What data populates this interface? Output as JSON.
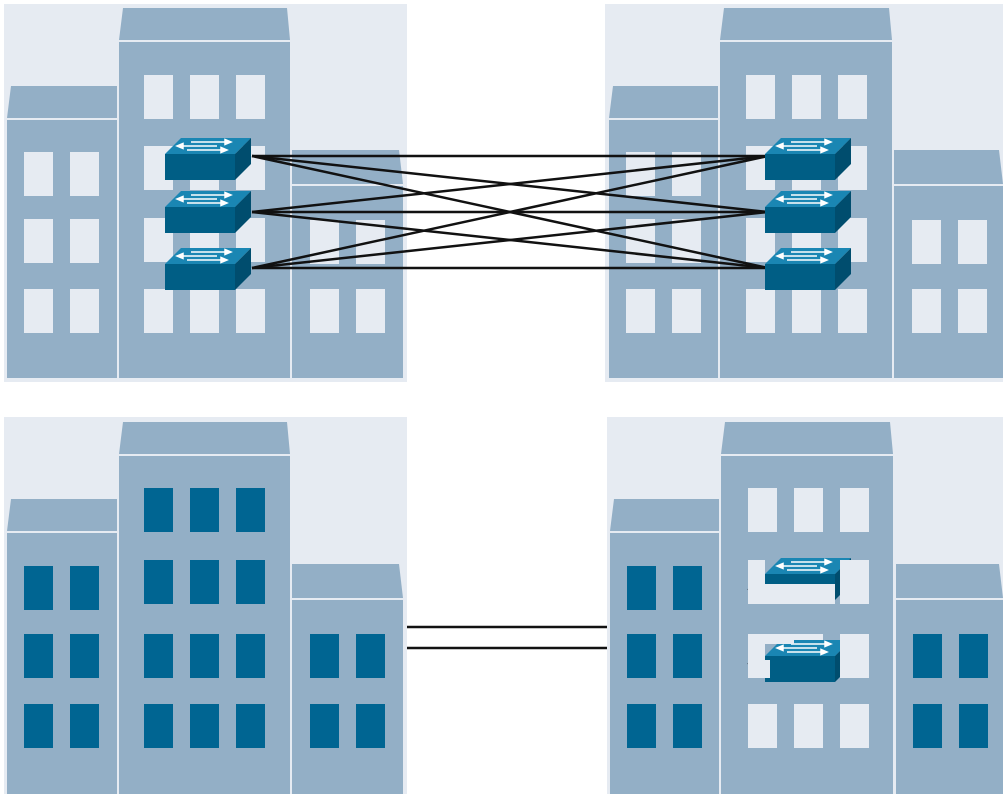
{
  "diagram": {
    "colors": {
      "background": "#ffffff",
      "panel": "#e6ebf2",
      "building": "#93afc6",
      "building_edge": "#ffffff",
      "window_light": "#e6ebf2",
      "window_dark": "#006592",
      "switch_front": "#005e85",
      "switch_top": "#1a86b3",
      "switch_side": "#004d6e",
      "link": "#111111"
    },
    "icons": [
      "building-icon",
      "window-icon",
      "switch-icon"
    ],
    "top_scene": {
      "left_site": {
        "switches": 3,
        "window_style": "light"
      },
      "right_site": {
        "switches": 3,
        "window_style": "light"
      },
      "links": "full-mesh",
      "link_count": 9
    },
    "bottom_scene": {
      "left_site": {
        "switches": 0,
        "window_style": "dark"
      },
      "right_site": {
        "switches": 2,
        "window_style": "mixed"
      },
      "links": "parallel",
      "link_count": 2
    }
  }
}
